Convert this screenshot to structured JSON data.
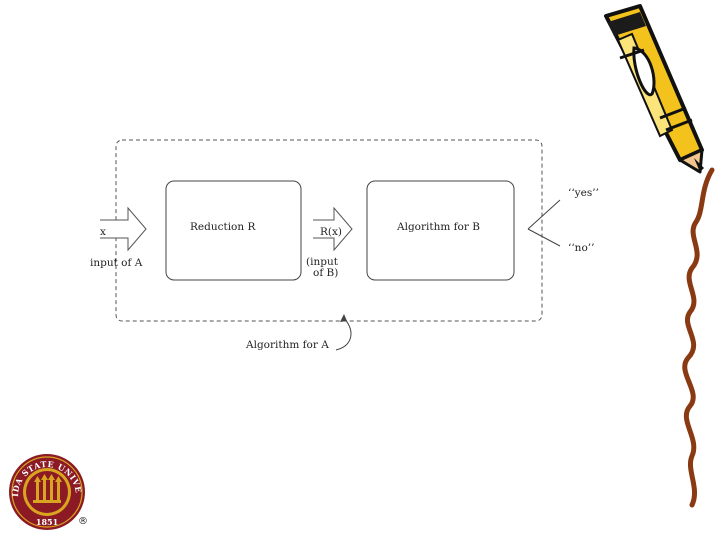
{
  "diagram": {
    "outer_box_label": "Algorithm for A",
    "box_reduction": "Reduction R",
    "box_algorithm_b": "Algorithm for B",
    "input_x": "x",
    "input_of_a": "input of A",
    "rx": "R(x)",
    "input_of_b_line1": "(input",
    "input_of_b_line2": "of B)",
    "out_yes": "‘‘yes’’",
    "out_no": "‘‘no’’"
  },
  "logo": {
    "seal_text": "FLORIDA STATE UNIVERSITY",
    "year": "1851",
    "registered_mark": "®"
  },
  "colors": {
    "seal_red": "#8b1a24",
    "seal_gold": "#d9a520",
    "pencil_body": "#f4c21c",
    "pencil_outline": "#111111",
    "squiggle": "#8a3a12"
  }
}
